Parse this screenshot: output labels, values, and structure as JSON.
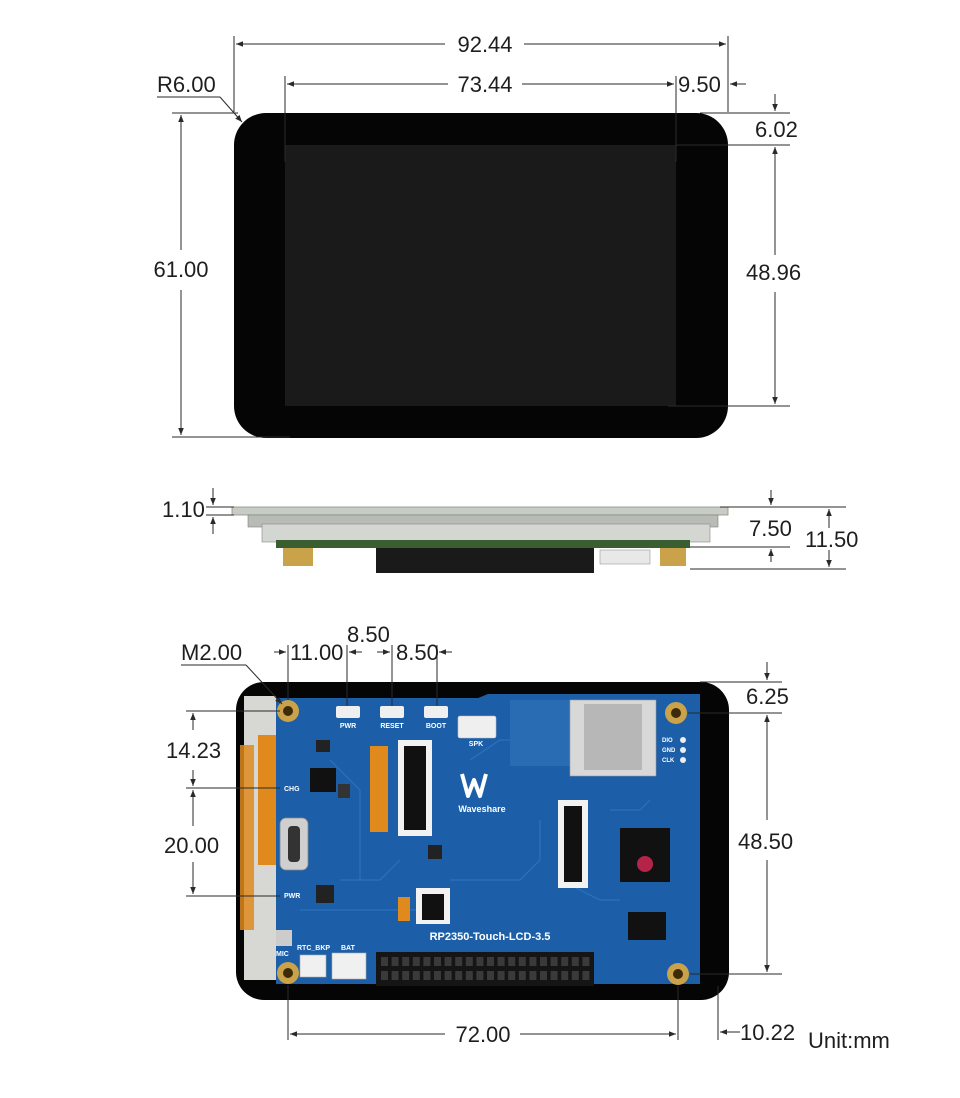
{
  "front_view": {
    "overall_width": "92.44",
    "display_width": "73.44",
    "right_margin": "9.50",
    "corner_radius": "R6.00",
    "overall_height": "61.00",
    "top_margin": "6.02",
    "display_height": "48.96"
  },
  "side_view": {
    "glass_thickness": "1.10",
    "body_thickness": "7.50",
    "total_thickness": "11.50"
  },
  "back_view": {
    "mount_hole": "M2.00",
    "hole_to_button": "11.00",
    "button_pitch_1": "8.50",
    "button_pitch_2": "8.50",
    "hole_top_offset": "6.25",
    "left_dim_1": "14.23",
    "left_dim_2": "20.00",
    "hole_vertical_spacing": "48.50",
    "hole_horizontal_spacing": "72.00",
    "right_offset": "10.22",
    "board_labels": {
      "pwr_btn": "PWR",
      "reset_btn": "RESET",
      "boot_btn": "BOOT",
      "spk": "SPK",
      "chg": "CHG",
      "pwr_led": "PWR",
      "brand": "Waveshare",
      "board_name": "RP2350-Touch-LCD-3.5",
      "rtc_bkp": "RTC_BKP",
      "bat": "BAT",
      "mic": "MIC",
      "dio": "DIO",
      "gnd": "GND",
      "clk": "CLK"
    }
  },
  "unit": "Unit:mm",
  "colors": {
    "pcb_blue": "#1c5fa8",
    "bezel_black": "#050505",
    "lcd_black": "#1a1a1a",
    "gold": "#c9a24a",
    "flex_orange": "#e08a1e"
  }
}
